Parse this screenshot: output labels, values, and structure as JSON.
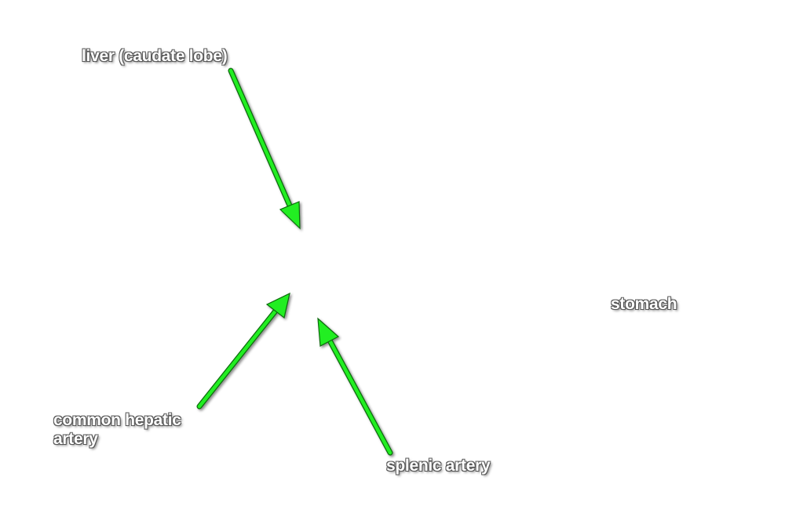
{
  "labels": {
    "liver": "liver (caudate lobe)",
    "stomach": "stomach",
    "common_hepatic_line1": "common hepatic",
    "common_hepatic_line2": "artery",
    "splenic": "splenic artery"
  },
  "colors": {
    "arrow_fill": "#22ee22",
    "arrow_outline": "#0a6a0a",
    "label_text": "#ffffff",
    "background": "#ffffff"
  }
}
